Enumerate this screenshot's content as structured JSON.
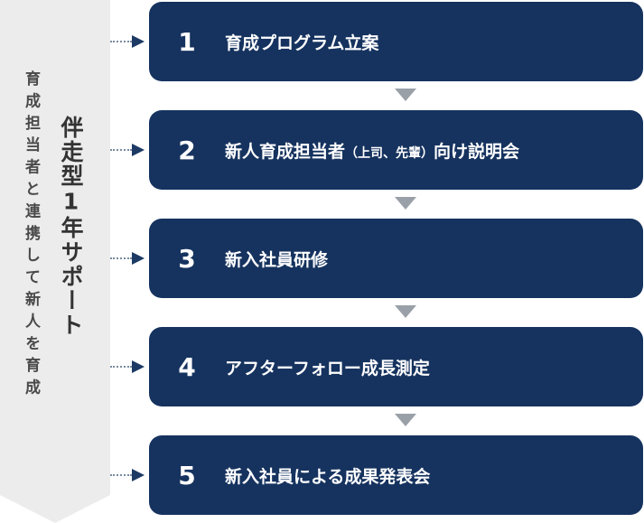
{
  "side": {
    "main_label": "伴走型1年サポート",
    "sub_label": "育成担当者と連携して新人を育成"
  },
  "steps": [
    {
      "number": "1",
      "title": "育成プログラム立案",
      "note": ""
    },
    {
      "number": "2",
      "title": "新人育成担当者",
      "note": "（上司、先輩）",
      "title_after": "向け説明会"
    },
    {
      "number": "3",
      "title": "新入社員研修",
      "note": ""
    },
    {
      "number": "4",
      "title": "アフターフォロー成長測定",
      "note": ""
    },
    {
      "number": "5",
      "title": "新入社員による成果発表会",
      "note": ""
    }
  ],
  "colors": {
    "step_background": "#16335f",
    "side_band": "#ececec",
    "down_arrow": "#9aa0a8",
    "connector": "#1c3a64"
  }
}
